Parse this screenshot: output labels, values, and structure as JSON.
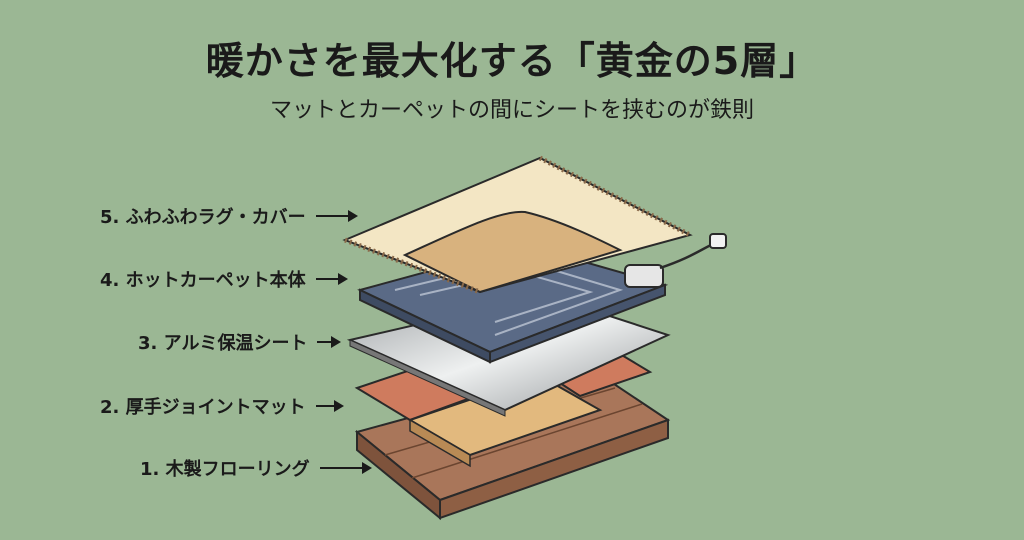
{
  "title": "暖かさを最大化する「黄金の5層」",
  "subtitle": "マットとカーペットの間にシートを挟むのが鉄則",
  "layers": [
    {
      "label": "5. ふわふわラグ・カバー"
    },
    {
      "label": "4. ホットカーペット本体"
    },
    {
      "label": "3. アルミ保温シート"
    },
    {
      "label": "2. 厚手ジョイントマット"
    },
    {
      "label": "1. 木製フローリング"
    }
  ],
  "colors": {
    "background": "#9bb794",
    "rug": "#f3e6c4",
    "carpet": "#5a6a86",
    "aluminum": "#c9cbcc",
    "mat_red": "#cf7b5e",
    "mat_tan": "#e2b97e",
    "wood": "#a9765a"
  }
}
